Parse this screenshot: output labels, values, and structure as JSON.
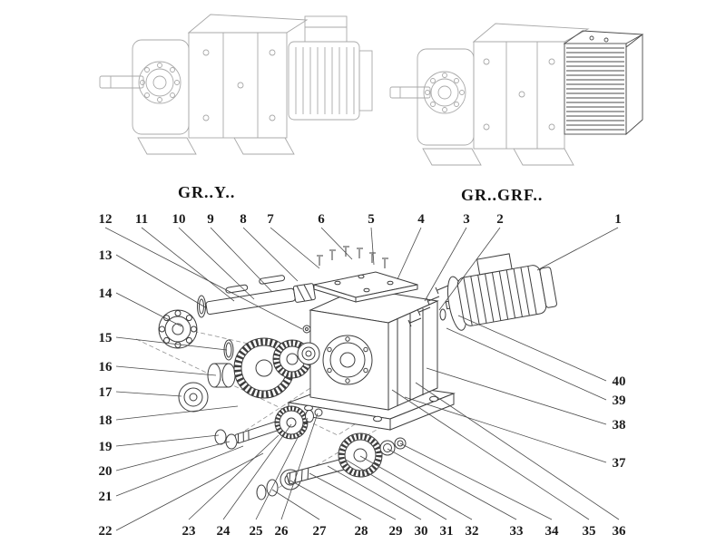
{
  "figure": {
    "variants": [
      "GR..Y..",
      "GR..GRF.."
    ],
    "callouts": {
      "top": [
        "12",
        "11",
        "10",
        "9",
        "8",
        "7",
        "6",
        "5",
        "4",
        "3",
        "2",
        "1"
      ],
      "left": [
        "13",
        "14",
        "15",
        "16",
        "17",
        "18",
        "19",
        "20",
        "21",
        "22"
      ],
      "bottom": [
        "23",
        "24",
        "25",
        "26",
        "27",
        "28",
        "29",
        "30",
        "31",
        "32",
        "33",
        "34",
        "35",
        "36"
      ],
      "right": [
        "40",
        "39",
        "38",
        "37"
      ]
    }
  }
}
